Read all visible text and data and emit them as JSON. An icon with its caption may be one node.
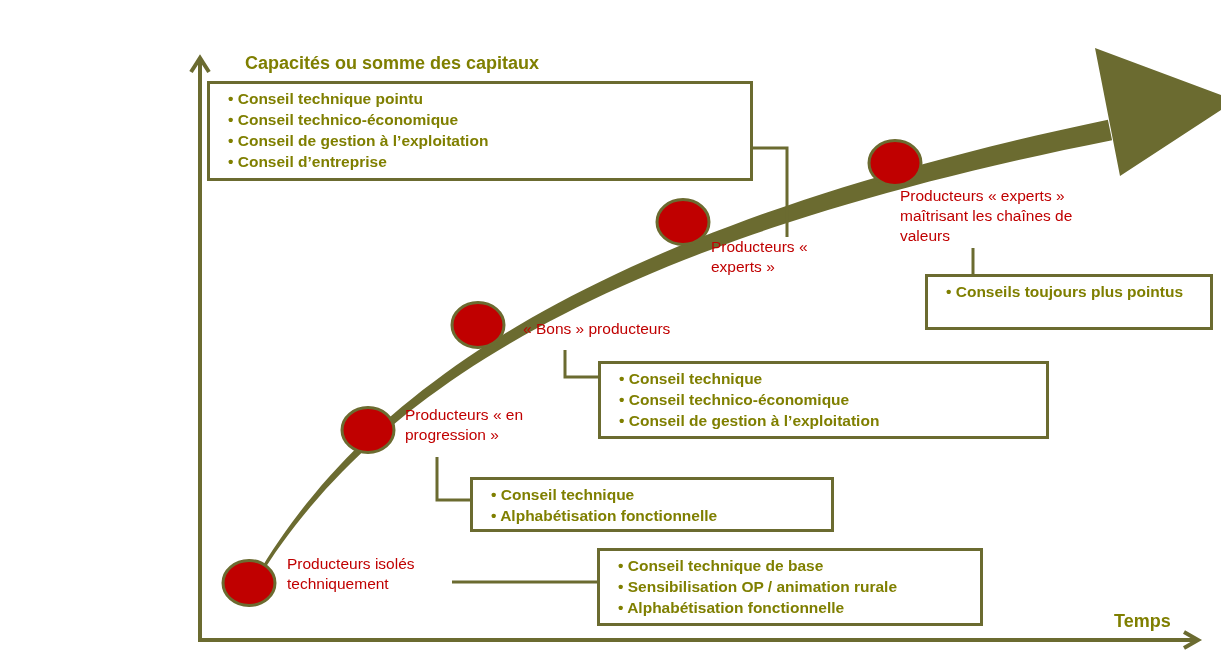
{
  "diagram": {
    "nodes": [
      {
        "text": [],
        "shape": "circle",
        "beside": [
          "Producteurs isolés techniquement"
        ]
      },
      {
        "text": [
          "• Conseil technique de base",
          "• Sensibilisation OP / animation rurale",
          "• Alphabétisation fonctionnelle"
        ]
      },
      {
        "text": [],
        "shape": "circle",
        "beside": [
          "Producteurs « en progression »"
        ]
      },
      {
        "text": [
          "• Conseil technique",
          "• Alphabétisation fonctionnelle"
        ]
      },
      {
        "text": [],
        "shape": "circle",
        "beside": [
          "« Bons » producteurs"
        ]
      },
      {
        "text": [
          "• Conseil technique",
          "• Conseil technico-économique",
          "• Conseil de gestion à l’exploitation"
        ]
      },
      {
        "text": [],
        "shape": "circle",
        "beside": [
          "Producteurs « experts »"
        ]
      },
      {
        "text": [
          "• Conseil technique pointu",
          "• Conseil technico-économique",
          "• Conseil de gestion à l’exploitation",
          "• Conseil d’entreprise"
        ]
      },
      {
        "text": [],
        "shape": "circle",
        "beside": [
          "Producteurs « experts » maîtrisant les chaînes de valeurs"
        ]
      },
      {
        "text": [
          "• Conseils toujours plus pointus"
        ]
      }
    ],
    "edges": [
      {
        "from": 0,
        "to": 1,
        "arrow": "none"
      },
      {
        "from": 2,
        "to": 3,
        "arrow": "none"
      },
      {
        "from": 4,
        "to": 5,
        "arrow": "none"
      },
      {
        "from": 6,
        "to": 7,
        "arrow": "none"
      },
      {
        "from": 8,
        "to": 9,
        "arrow": "none"
      }
    ],
    "labels": [
      "Capacités ou somme des capitaux",
      "Temps"
    ]
  }
}
